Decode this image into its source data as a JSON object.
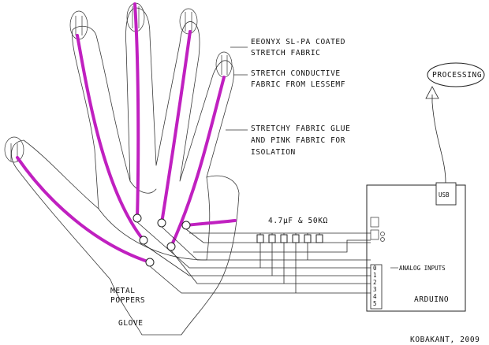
{
  "labels": {
    "eeonyx_line1": "EEONYX SL-PA COATED",
    "eeonyx_line2": "STRETCH FABRIC",
    "conductive_line1": "STRETCH CONDUCTIVE",
    "conductive_line2": "FABRIC FROM LESSEMF",
    "glue_line1": "STRETCHY FABRIC GLUE",
    "glue_line2": "AND PINK FABRIC FOR",
    "glue_line3": "ISOLATION",
    "components": "4.7μF & 50KΩ",
    "analog_inputs": "ANALOG INPUTS",
    "metal_line1": "METAL",
    "metal_line2": "POPPERS",
    "glove": "GLOVE",
    "arduino": "ARDUINO",
    "usb": "USB",
    "processing": "PROCESSING",
    "signature": "KOBAKANT, 2009"
  },
  "analog_pins": [
    "0",
    "1",
    "2",
    "3",
    "4",
    "5"
  ]
}
